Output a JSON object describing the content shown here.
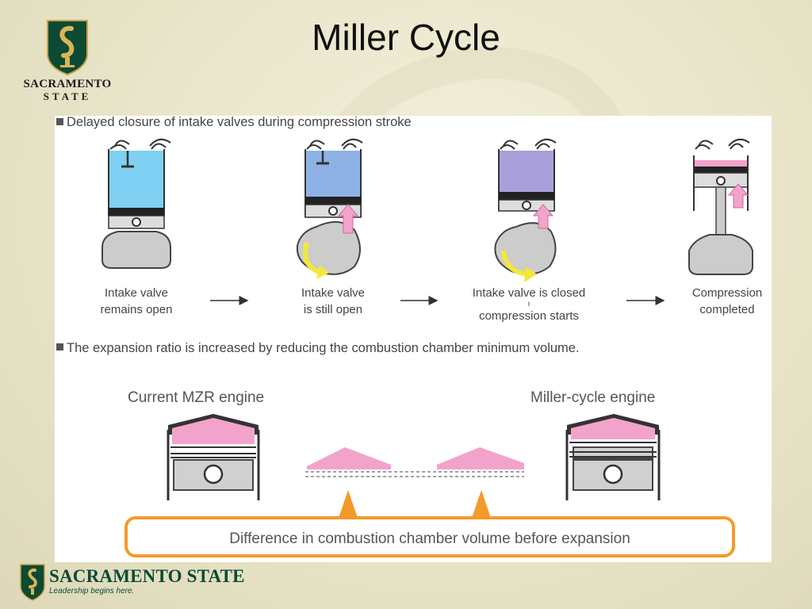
{
  "slide": {
    "title": "Miller Cycle",
    "logo_top": {
      "line1": "SACRAMENTO",
      "line2": "STATE"
    },
    "footer": {
      "name": "SACRAMENTO STATE",
      "tagline": "Leadership begins here."
    }
  },
  "diagram": {
    "section1_heading": "Delayed closure of intake valves during compression stroke",
    "stages": [
      {
        "line1": "Intake valve",
        "line2": "remains open"
      },
      {
        "line1": "Intake valve",
        "line2": "is still open"
      },
      {
        "line1": "Intake valve is closed",
        "line2": "compression starts"
      },
      {
        "line1": "Compression",
        "line2": "completed"
      }
    ],
    "section2_heading": "The expansion ratio is increased by reducing the combustion chamber minimum volume.",
    "engine_left_label": "Current MZR engine",
    "engine_right_label": "Miller-cycle engine",
    "callout": "Difference in combustion chamber volume before expansion",
    "colors": {
      "intake_charge": "#7fd0f2",
      "intake_charge_2": "#8fb2e6",
      "compressing_charge": "#a99fdb",
      "chamber_pink": "#f2a3cc",
      "piston_gray": "#d0d0d0",
      "rotation_arrow_yellow": "#f3e83a",
      "callout_orange": "#f39a2b",
      "brand_green": "#0d4a33"
    }
  }
}
